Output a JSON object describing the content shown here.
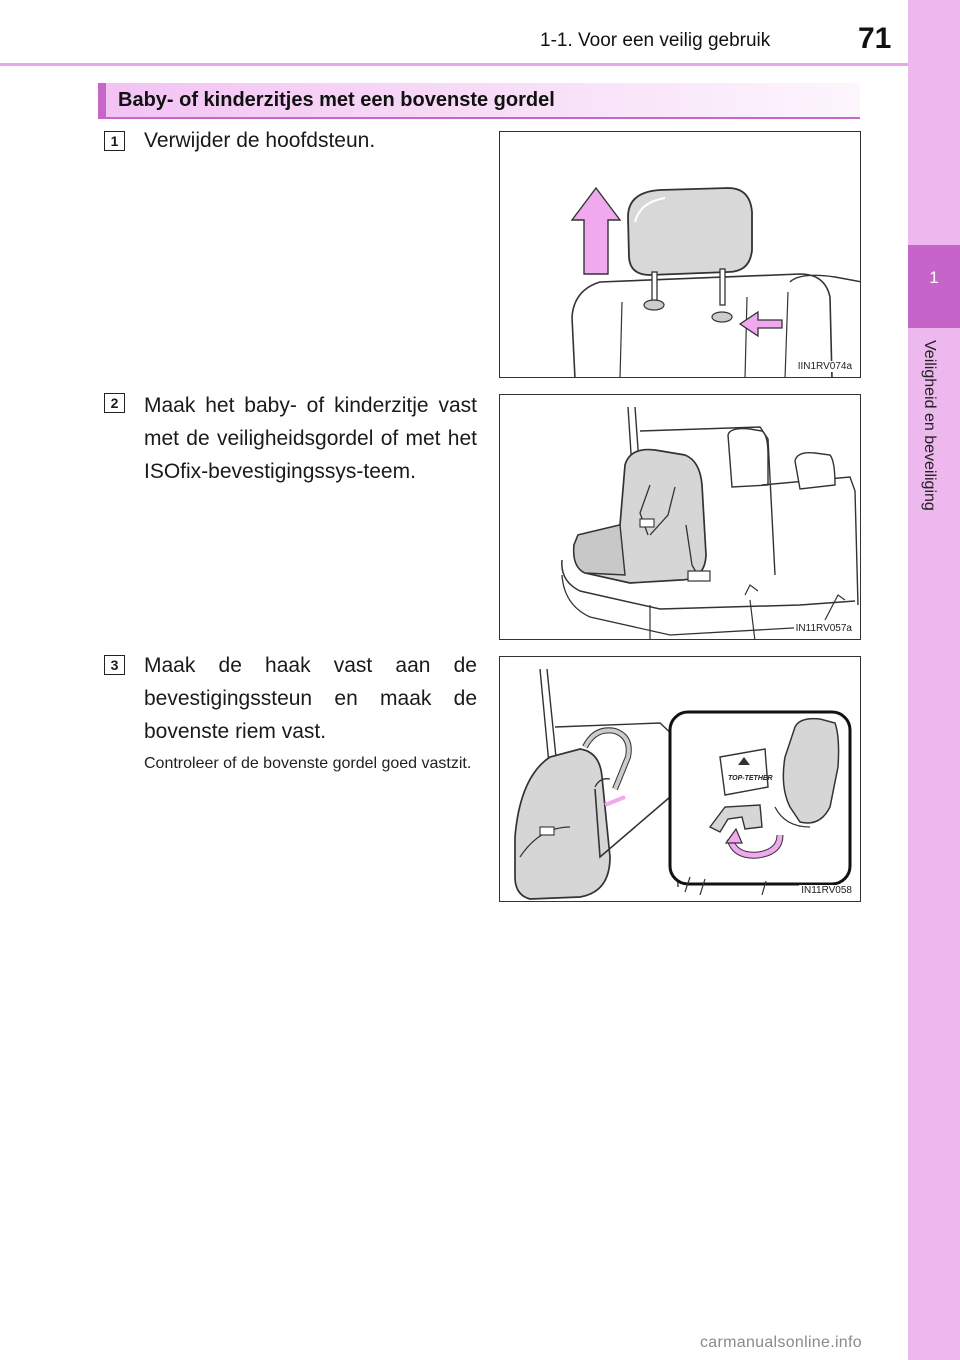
{
  "header": {
    "section_title": "1-1. Voor een veilig gebruik",
    "page_number": "71"
  },
  "side_tab": {
    "chapter_number": "1",
    "chapter_label": "Veiligheid en beveiliging"
  },
  "box_title": "Baby- of kinderzitjes met een bovenste gordel",
  "steps": [
    {
      "number": "1",
      "text": "Verwijder de hoofdsteun.",
      "figure_code": "IIN1RV074a"
    },
    {
      "number": "2",
      "text": "Maak het baby- of kinderzitje vast met de veiligheidsgordel of met het ISOfix-bevestigingssys-teem.",
      "figure_code": "IN11RV057a"
    },
    {
      "number": "3",
      "text": "Maak de haak vast aan de bevestigingssteun en maak de bovenste riem vast.",
      "note": "Controleer of de bovenste gordel goed vastzit.",
      "figure_code": "IN11RV058",
      "figure_label": "TOP-TETHER"
    }
  ],
  "watermark": "carmanualsonline.info"
}
